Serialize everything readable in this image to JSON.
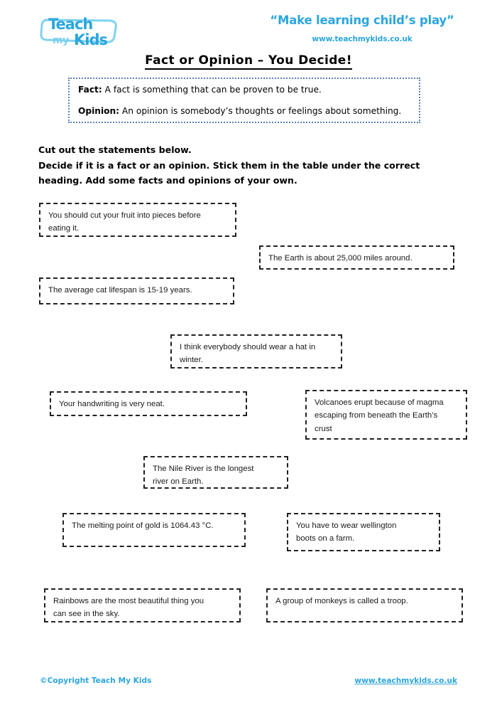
{
  "header": {
    "logo_line1": "Teach",
    "logo_line2": "my",
    "logo_line3": "Kids",
    "logo_alt": "Teach My Kids",
    "tagline": "“Make learning child’s play”",
    "site_url": "www.teachmykids.co.uk",
    "brand_color": "#2BA6DE"
  },
  "title": "Fact or Opinion – You Decide!",
  "definitions": {
    "border_color": "#5B7FBF",
    "fact_term": "Fact:",
    "fact_text": " A fact is something that can be proven to be true.",
    "opinion_term": "Opinion:",
    "opinion_text": " An opinion is somebody’s thoughts or feelings about something."
  },
  "instructions": {
    "line1": "Cut out the statements below.",
    "line2": "Decide if it is a fact or an opinion.  Stick them in the table under the correct",
    "line3": "heading.  Add some facts and opinions of your own."
  },
  "cards": [
    {
      "id": "fruit-pieces",
      "lines": [
        "You should cut your fruit into pieces before",
        "eating it."
      ]
    },
    {
      "id": "earth-miles",
      "lines": [
        "The Earth is about 25,000 miles around."
      ]
    },
    {
      "id": "cat-lifespan",
      "lines": [
        "The average cat lifespan is 15-19 years."
      ]
    },
    {
      "id": "hat-winter",
      "lines": [
        "I think everybody should wear a hat in",
        "winter."
      ]
    },
    {
      "id": "handwriting",
      "lines": [
        "Your handwriting is very neat."
      ]
    },
    {
      "id": "volcanoes",
      "lines": [
        "Volcanoes erupt because of magma",
        "escaping from beneath the Earth’s",
        "crust"
      ]
    },
    {
      "id": "nile-river",
      "lines": [
        "The Nile River is the longest",
        "river on Earth."
      ]
    },
    {
      "id": "gold-melting",
      "lines": [
        "The melting point of gold is 1064.43 °C."
      ]
    },
    {
      "id": "wellington",
      "lines": [
        "You have to wear wellington",
        "boots on a farm."
      ]
    },
    {
      "id": "rainbows",
      "lines": [
        "Rainbows are the most beautiful thing you",
        "can see in the sky."
      ]
    },
    {
      "id": "monkeys-troop",
      "lines": [
        "A group of monkeys is called a troop."
      ]
    }
  ],
  "footer": {
    "copyright": "©Copyright Teach My Kids",
    "url": "www.teachmykids.co.uk"
  }
}
